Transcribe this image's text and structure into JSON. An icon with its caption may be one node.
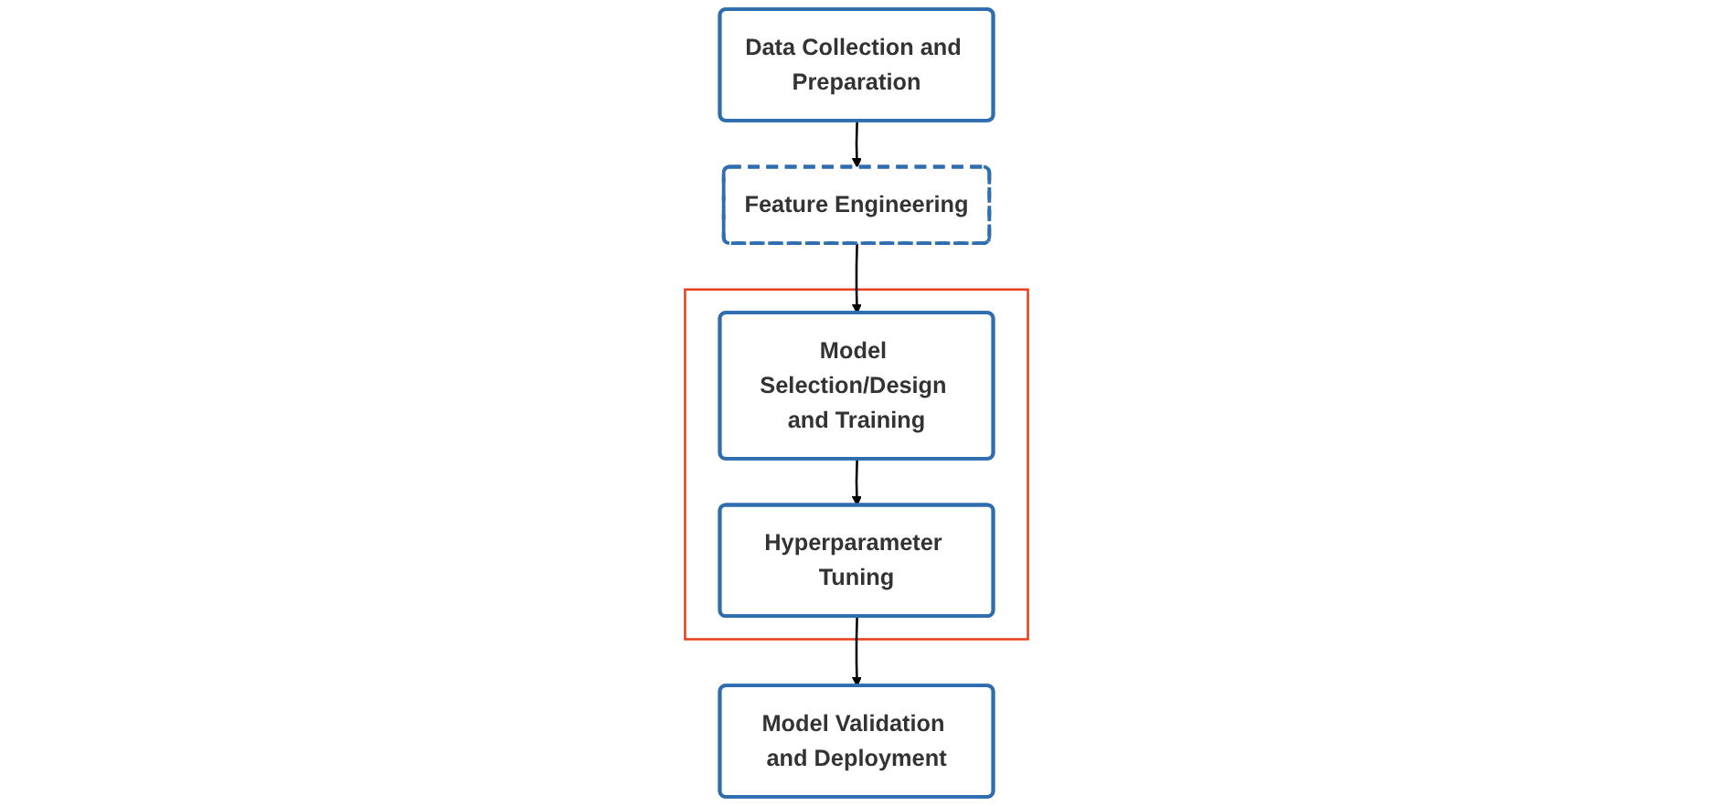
{
  "diagram": {
    "nodes": [
      {
        "text": [
          "Data Collection and Preparation"
        ]
      },
      {
        "text": [
          "Feature Engineering"
        ]
      },
      {
        "text": [],
        "shape": "box"
      },
      {
        "text": [
          "Model Selection/Design and Training"
        ],
        "in": 2
      },
      {
        "text": [
          "Hyperparameter Tuning"
        ],
        "in": 2
      },
      {
        "text": [
          "Model Validation and Deployment"
        ]
      }
    ],
    "edges": [
      {
        "from": 0,
        "to": 1,
        "arrow": "to"
      },
      {
        "from": 1,
        "to": 3,
        "arrow": "to"
      },
      {
        "from": 3,
        "to": 4,
        "arrow": "to"
      },
      {
        "from": 4,
        "to": 5,
        "arrow": "to"
      }
    ]
  }
}
